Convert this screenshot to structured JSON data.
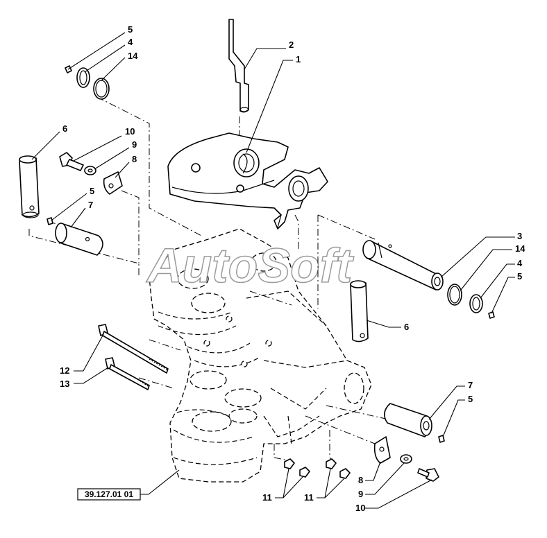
{
  "watermark": "AutoSoft",
  "reference_code": "39.127.01 01",
  "callouts": {
    "c5a": "5",
    "c4a": "4",
    "c14a": "14",
    "c2": "2",
    "c1": "1",
    "c6a": "6",
    "c10a": "10",
    "c9a": "9",
    "c8a": "8",
    "c5b": "5",
    "c7a": "7",
    "c3": "3",
    "c14b": "14",
    "c4b": "4",
    "c5c": "5",
    "c6b": "6",
    "c12": "12",
    "c13": "13",
    "c7b": "7",
    "c5d": "5",
    "c8b": "8",
    "c9b": "9",
    "c10b": "10",
    "c11a": "11",
    "c11b": "11"
  }
}
